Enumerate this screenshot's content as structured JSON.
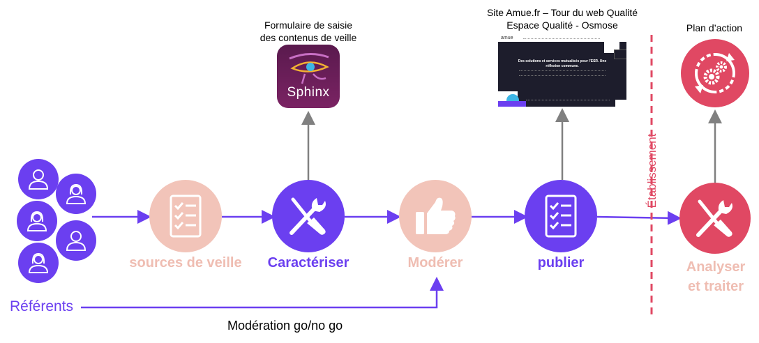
{
  "colors": {
    "purple": "#6b3ff0",
    "pink": "#f2c4b9",
    "pink_text": "#efbdb2",
    "red": "#e04863",
    "dashed": "#e04863"
  },
  "referents": {
    "label": "Référents",
    "icons": [
      "user-icon",
      "user-female-icon",
      "user-female-icon",
      "user-icon",
      "user-female-icon"
    ]
  },
  "steps": [
    {
      "id": "sources",
      "label": "sources de veille",
      "icon": "checklist-icon",
      "style": "pink"
    },
    {
      "id": "caracteriser",
      "label": "Caractériser",
      "icon": "tools-icon",
      "style": "purple"
    },
    {
      "id": "moderer",
      "label": "Modérer",
      "icon": "thumbs-up-icon",
      "style": "pink"
    },
    {
      "id": "publier",
      "label": "publier",
      "icon": "checklist-icon",
      "style": "purple"
    },
    {
      "id": "analyser",
      "label_line1": "Analyser",
      "label_line2": "et traiter",
      "icon": "tools-icon",
      "style": "red"
    }
  ],
  "outputs": {
    "sphinx": {
      "caption_line1": "Formulaire  de saisie",
      "caption_line2": "des contenus de veille",
      "app_name": "Sphinx"
    },
    "amue": {
      "caption_line1": "Site Amue.fr – Tour du web Qualité",
      "caption_line2": "Espace Qualité - Osmose",
      "logo": "amue",
      "headline_line1": "Des solutions et services mutualisés pour l'ESR. Une",
      "headline_line2": "réflexion commune."
    },
    "plan": {
      "caption": "Plan d’action",
      "icon": "cycle-gears-icon"
    }
  },
  "moderation_label": "Modération go/no go",
  "boundary_label": "Établissement"
}
